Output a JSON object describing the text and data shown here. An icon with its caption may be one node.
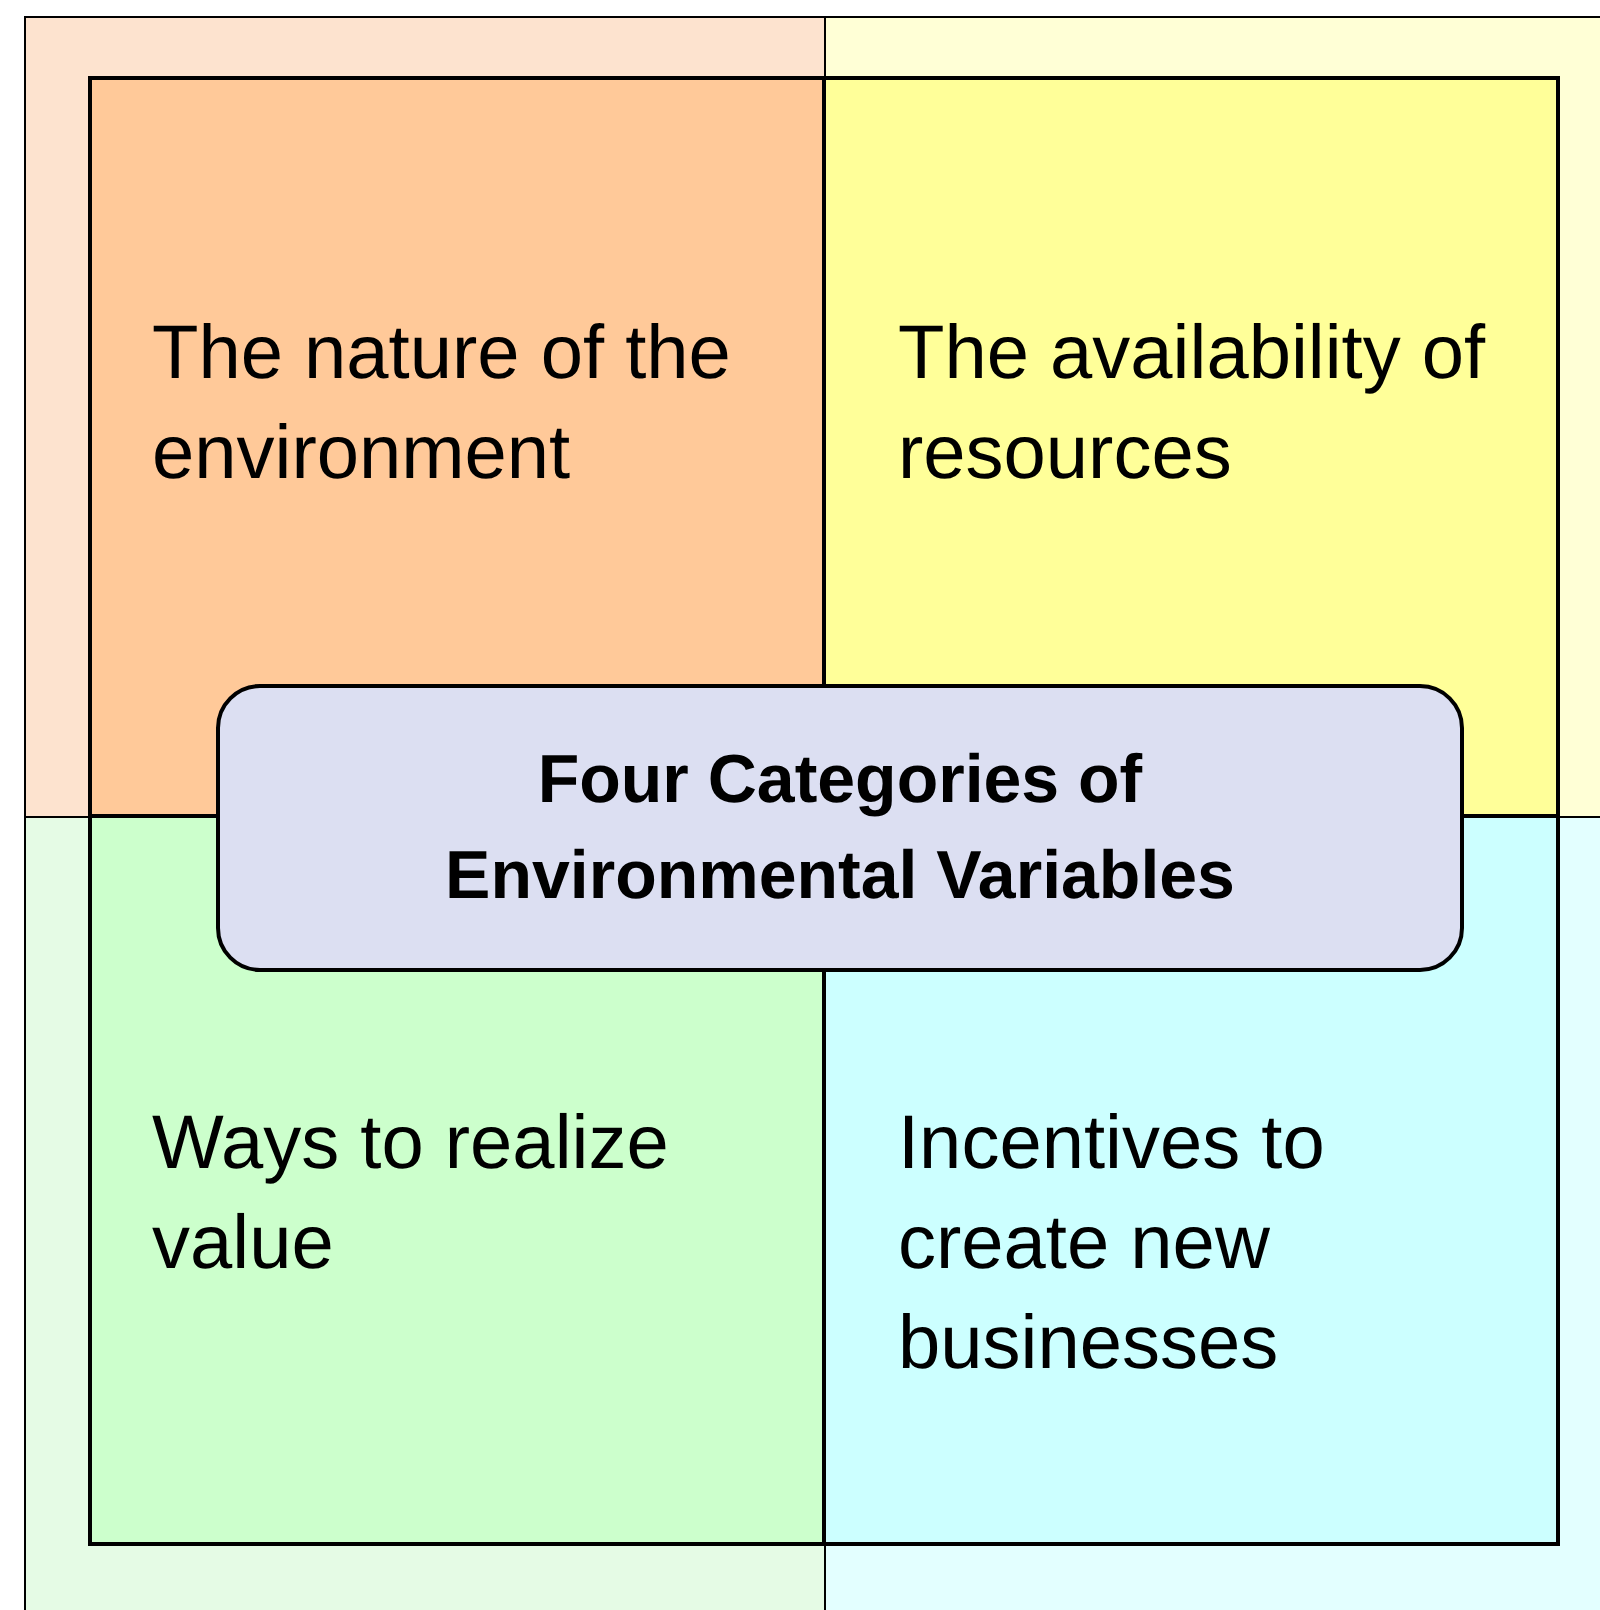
{
  "diagram": {
    "nodes": [
      {
        "text": [
          "The nature of the environment"
        ]
      },
      {
        "text": [
          "The availability of resources"
        ]
      },
      {
        "text": [
          "Four Categories of Environmental Variables"
        ]
      },
      {
        "text": [
          "Ways to realize value"
        ]
      },
      {
        "text": [
          "Incentives to create new businesses"
        ]
      }
    ],
    "edges": []
  }
}
